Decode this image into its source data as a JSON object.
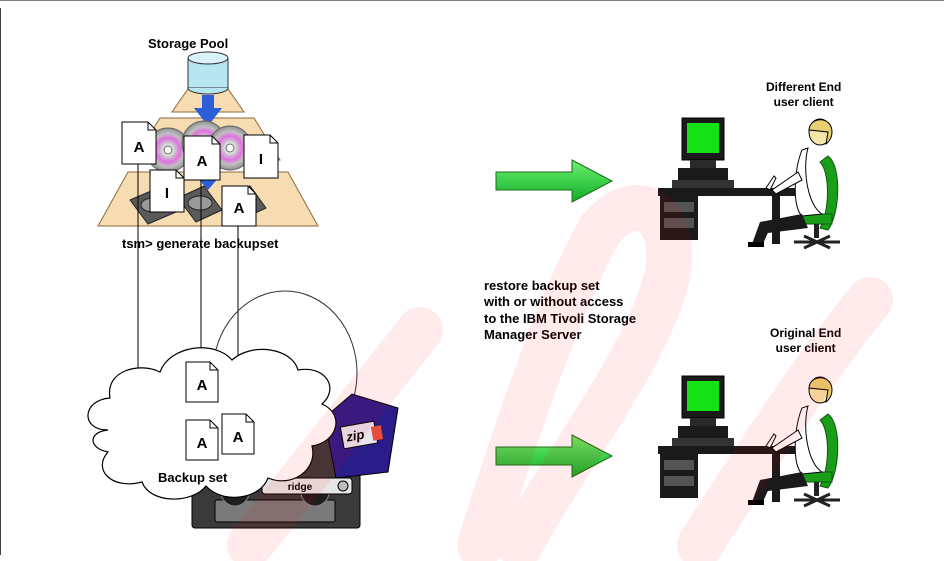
{
  "storage_pool": {
    "title": "Storage Pool"
  },
  "command": {
    "text": "tsm> generate backupset"
  },
  "backup_set": {
    "label": "Backup set"
  },
  "restore": {
    "line1": "restore backup set",
    "line2": "with or without access",
    "line3": "to the IBM Tivoli Storage",
    "line4": "Manager Server"
  },
  "clients": {
    "different": {
      "line1": "Different End",
      "line2": "user client"
    },
    "original": {
      "line1": "Original End",
      "line2": "user client"
    }
  },
  "documents": {
    "pool_top": [
      "A",
      "A",
      "I"
    ],
    "pool_bottom": [
      "I",
      "A"
    ],
    "cloud": [
      "A",
      "A",
      "A"
    ]
  },
  "media": {
    "zip_label": "zip",
    "cartridge_label": "ridge"
  },
  "colors": {
    "arrow_green": "#2ecc40",
    "monitor_screen": "#16e016",
    "pyramid": "#f6dcb0",
    "chair": "#1a9e1a",
    "watermark": "#ff0000"
  }
}
